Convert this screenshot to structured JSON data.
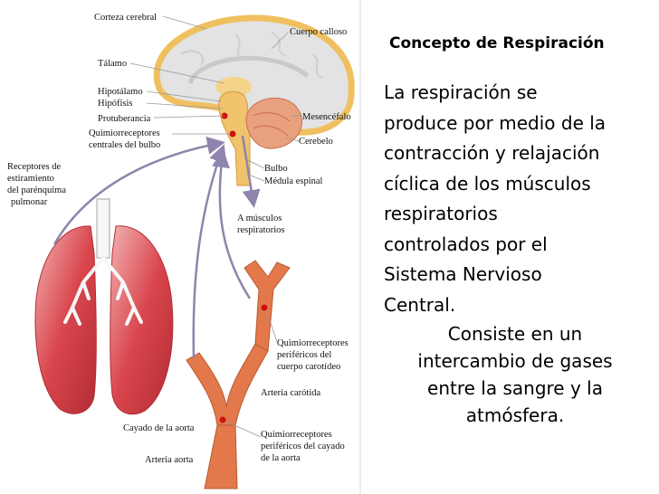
{
  "title": "Concepto de Respiración",
  "paragraph1_lines": [
    "La respiración se",
    "produce por medio de la",
    "contracción y relajación",
    "cíclica de los músculos",
    "respiratorios",
    "controlados por el",
    "Sistema Nervioso",
    "Central."
  ],
  "paragraph2_lines": [
    "Consiste en un",
    "intercambio de gases",
    "entre la sangre y la",
    "atmósfera."
  ],
  "labels": {
    "corteza": "Corteza cerebral",
    "talamo": "Tálamo",
    "hipotalamo": "Hipotálamo",
    "hipofisis": "Hipófisis",
    "protuberancia": "Protuberancia",
    "quimio_central_1": "Quimiorreceptores",
    "quimio_central_2": "centrales del bulbo",
    "cuerpo_calloso": "Cuerpo calloso",
    "mesencefalo": "Mesencéfalo",
    "cerebelo": "Cerebelo",
    "bulbo": "Bulbo",
    "medula": "Médula espinal",
    "receptores_1": "Receptores de",
    "receptores_2": "estiramiento",
    "receptores_3": "del parénquima",
    "receptores_4": "pulmonar",
    "musculos_1": "A músculos",
    "musculos_2": "respiratorios",
    "quimio_carot_1": "Quimiorreceptores",
    "quimio_carot_2": "periféricos del",
    "quimio_carot_3": "cuerpo carotídeo",
    "arteria_carotida": "Arteria carótida",
    "cayado": "Cayado de la aorta",
    "arteria_aorta": "Arteria aorta",
    "quimio_aorta_1": "Quimiorreceptores",
    "quimio_aorta_2": "periféricos del cayado",
    "quimio_aorta_3": "de la aorta"
  },
  "colors": {
    "brain_outline": "#f0c060",
    "brain_fill": "#e3e3e3",
    "brainstem": "#f1c36d",
    "cerebellum": "#e9a07e",
    "lung": "#d9464d",
    "lung_light": "#f0a0a0",
    "artery": "#e3784a",
    "arrow": "#8f84ad",
    "receptor_dot": "#cc1111"
  }
}
